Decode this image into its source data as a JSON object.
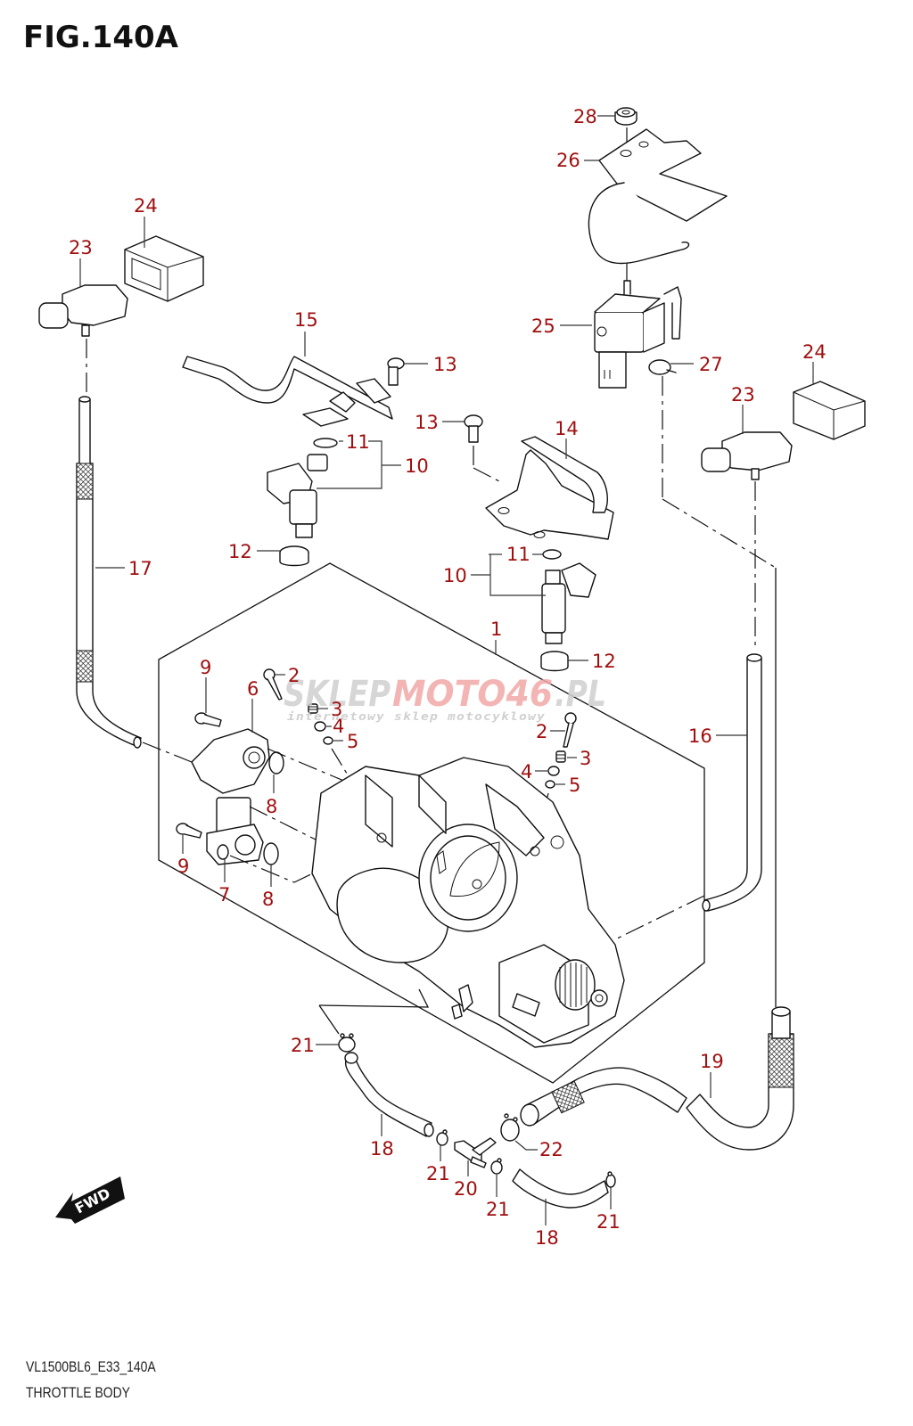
{
  "figure": {
    "title": "FIG.140A",
    "code": "VL1500BL6_E33_140A",
    "name": "THROTTLE BODY"
  },
  "watermark": {
    "brand_gray": "SKLEP",
    "brand_red": "MOTO46",
    "brand_suffix": ".PL",
    "tagline": "internetowy sklep motocyklowy"
  },
  "fwd_badge": "FWD",
  "colors": {
    "callout": "#a01010",
    "line": "#111111",
    "watermark_red": "#f2a8a8",
    "watermark_gray": "#d0d0d0"
  },
  "callouts": [
    {
      "id": "c28",
      "num": "28"
    },
    {
      "id": "c26",
      "num": "26"
    },
    {
      "id": "c24a",
      "num": "24"
    },
    {
      "id": "c23a",
      "num": "23"
    },
    {
      "id": "c15",
      "num": "15"
    },
    {
      "id": "c13a",
      "num": "13"
    },
    {
      "id": "c25",
      "num": "25"
    },
    {
      "id": "c27",
      "num": "27"
    },
    {
      "id": "c24b",
      "num": "24"
    },
    {
      "id": "c13b",
      "num": "13"
    },
    {
      "id": "c14",
      "num": "14"
    },
    {
      "id": "c23b",
      "num": "23"
    },
    {
      "id": "c11a",
      "num": "11"
    },
    {
      "id": "c10a",
      "num": "10"
    },
    {
      "id": "c12a",
      "num": "12"
    },
    {
      "id": "c17",
      "num": "17"
    },
    {
      "id": "c11b",
      "num": "11"
    },
    {
      "id": "c10b",
      "num": "10"
    },
    {
      "id": "c1",
      "num": "1"
    },
    {
      "id": "c12b",
      "num": "12"
    },
    {
      "id": "c9a",
      "num": "9"
    },
    {
      "id": "c2a",
      "num": "2"
    },
    {
      "id": "c6",
      "num": "6"
    },
    {
      "id": "c3a",
      "num": "3"
    },
    {
      "id": "c4a",
      "num": "4"
    },
    {
      "id": "c5a",
      "num": "5"
    },
    {
      "id": "c16",
      "num": "16"
    },
    {
      "id": "c2b",
      "num": "2"
    },
    {
      "id": "c3b",
      "num": "3"
    },
    {
      "id": "c4b",
      "num": "4"
    },
    {
      "id": "c5b",
      "num": "5"
    },
    {
      "id": "c8a",
      "num": "8"
    },
    {
      "id": "c9b",
      "num": "9"
    },
    {
      "id": "c7",
      "num": "7"
    },
    {
      "id": "c8b",
      "num": "8"
    },
    {
      "id": "c21a",
      "num": "21"
    },
    {
      "id": "c19",
      "num": "19"
    },
    {
      "id": "c18a",
      "num": "18"
    },
    {
      "id": "c22",
      "num": "22"
    },
    {
      "id": "c21b",
      "num": "21"
    },
    {
      "id": "c20",
      "num": "20"
    },
    {
      "id": "c21c",
      "num": "21"
    },
    {
      "id": "c21d",
      "num": "21"
    },
    {
      "id": "c18b",
      "num": "18"
    }
  ]
}
